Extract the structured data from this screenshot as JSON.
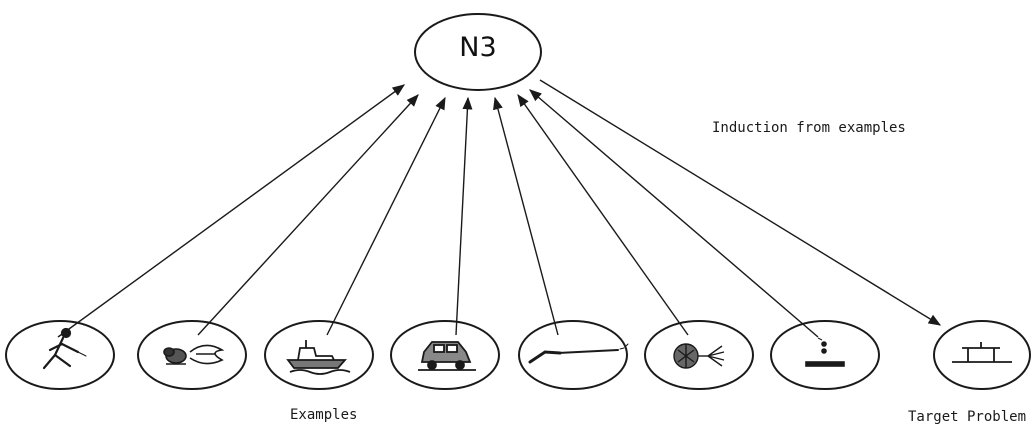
{
  "root_node": {
    "label": "N3"
  },
  "caption": "Induction from examples",
  "examples_label": "Examples",
  "target_label": "Target Problem",
  "example_nodes": [
    {
      "icon": "sprinter-icon"
    },
    {
      "icon": "animal-swarm-icon"
    },
    {
      "icon": "boat-icon"
    },
    {
      "icon": "car-icon"
    },
    {
      "icon": "rifle-icon"
    },
    {
      "icon": "balloon-icon"
    },
    {
      "icon": "dot-over-line-icon"
    }
  ],
  "target_node": {
    "icon": "table-icon"
  },
  "colors": {
    "stroke": "#1a1a1a",
    "background": "#ffffff"
  }
}
